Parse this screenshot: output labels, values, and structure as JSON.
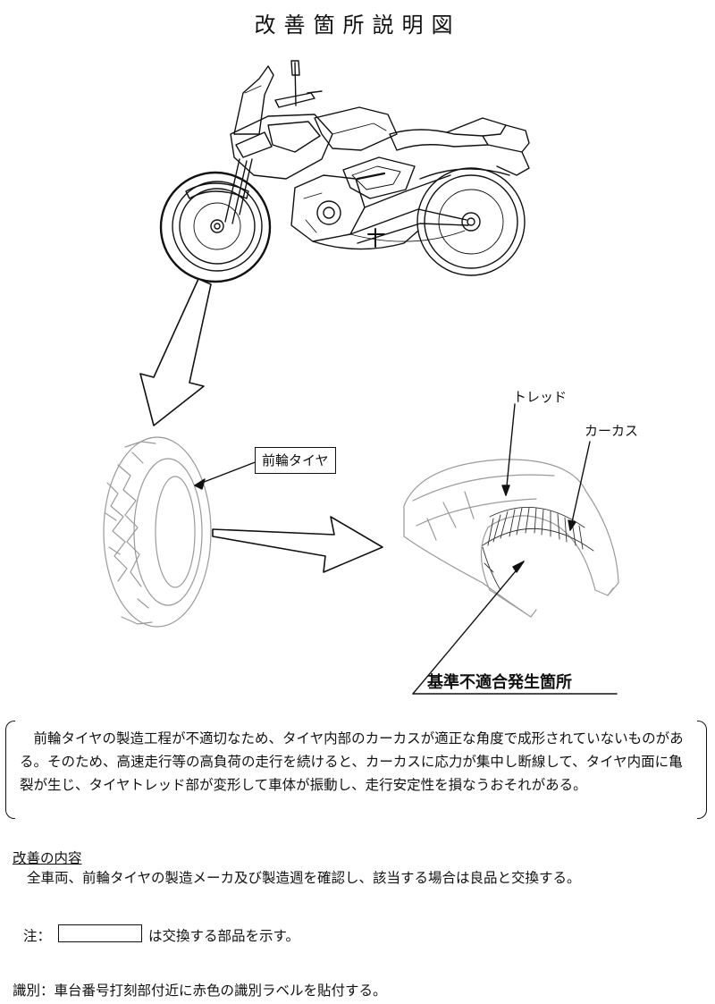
{
  "document": {
    "title": "改善箇所説明図",
    "labels": {
      "tread": "トレッド",
      "carcass": "カーカス",
      "front_tire": "前輪タイヤ",
      "defect_location": "基準不適合発生箇所"
    },
    "description": "前輪タイヤの製造工程が不適切なため、タイヤ内部のカーカスが適正な角度で成形されていないものがある。そのため、高速走行等の高負荷の走行を続けると、カーカスに応力が集中し断線して、タイヤ内面に亀裂が生じ、タイヤトレッド部が変形して車体が振動し、走行安定性を損なうおそれがある。",
    "improvement": {
      "heading": "改善の内容",
      "body": "全車両、前輪タイヤの製造メーカ及び製造週を確認し、該当する場合は良品と交換する。"
    },
    "note": {
      "label": "注：",
      "text": "は交換する部品を示す。"
    },
    "identification": "識別：車台番号打刻部付近に赤色の識別ラベルを貼付する。"
  }
}
